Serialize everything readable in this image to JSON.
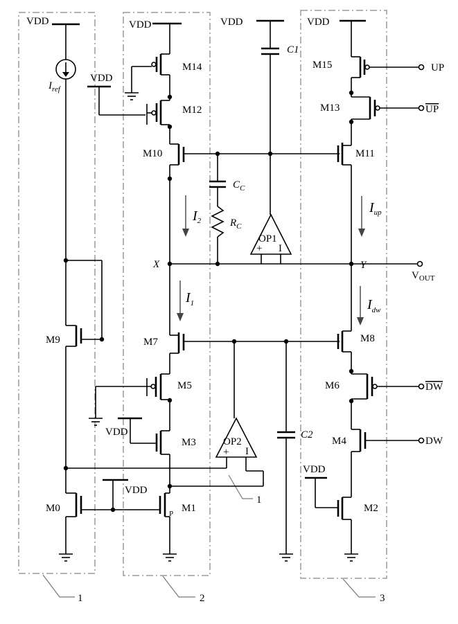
{
  "labels": {
    "vdd": "VDD",
    "vout": "V",
    "vout_sub": "OUT",
    "up": "UP",
    "up_bar": "UP",
    "dw": "DW",
    "dw_bar": "DW",
    "iref": "I",
    "iref_sub": "ref",
    "i1": "I",
    "i1_sub": "1",
    "i2": "I",
    "i2_sub": "2",
    "iup": "I",
    "iup_sub": "up",
    "idw": "I",
    "idw_sub": "dw",
    "cc": "C",
    "cc_sub": "C",
    "rc": "R",
    "rc_sub": "C",
    "c1": "C1",
    "c2": "C2",
    "node_x": "X",
    "node_y": "Y",
    "op1": "OP1",
    "op2": "OP2",
    "plus": "+",
    "minus": "I",
    "p_mark": "P"
  },
  "transistors": [
    "M0",
    "M1",
    "M2",
    "M3",
    "M4",
    "M5",
    "M6",
    "M7",
    "M8",
    "M9",
    "M10",
    "M11",
    "M12",
    "M13",
    "M14",
    "M15"
  ],
  "groups": [
    "1",
    "2",
    "3"
  ],
  "callout": "1"
}
